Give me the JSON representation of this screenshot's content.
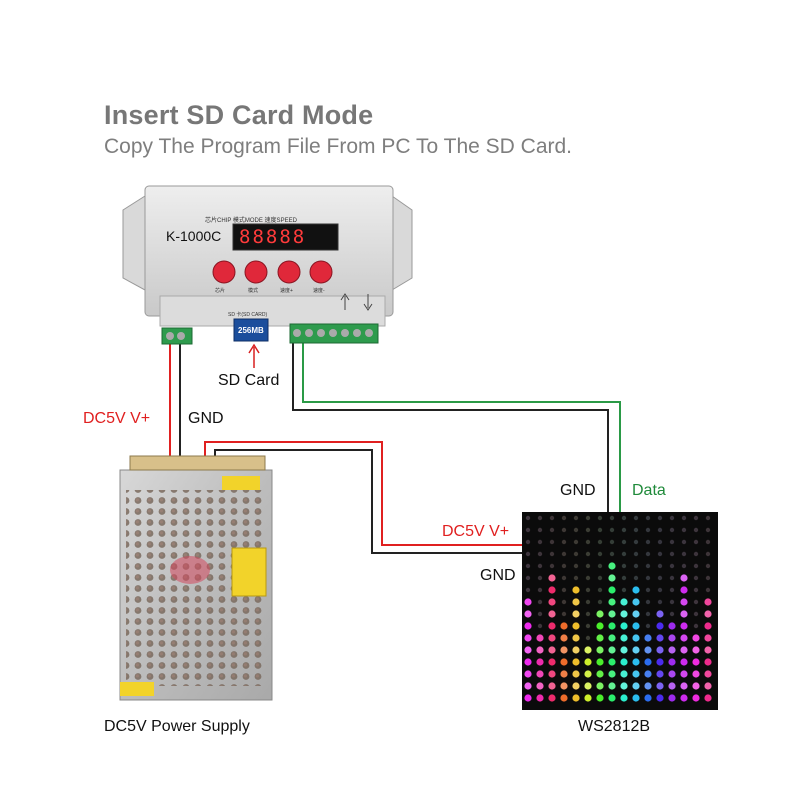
{
  "header": {
    "title": "Insert SD Card Mode",
    "subtitle": "Copy The Program File From PC To The SD Card."
  },
  "controller": {
    "model": "K-1000C",
    "top_label": "芯片CHIP  模式MODE  速度SPEED",
    "display": "88888",
    "sd_slot_label": "SD 卡(SD CARD)",
    "sd_card_capacity": "256MB",
    "button_labels": [
      "芯片",
      "模式",
      "速度+",
      "速度-"
    ]
  },
  "labels": {
    "sd_card": "SD Card",
    "power_left": "DC5V V+",
    "gnd_left": "GND",
    "gnd_top_right": "GND",
    "data": "Data",
    "power_right": "DC5V V+",
    "gnd_right": "GND",
    "power_supply": "DC5V Power Supply",
    "matrix": "WS2812B"
  },
  "colors": {
    "power_wire": "#e02020",
    "gnd_wire": "#222222",
    "data_wire": "#2a9a46"
  }
}
